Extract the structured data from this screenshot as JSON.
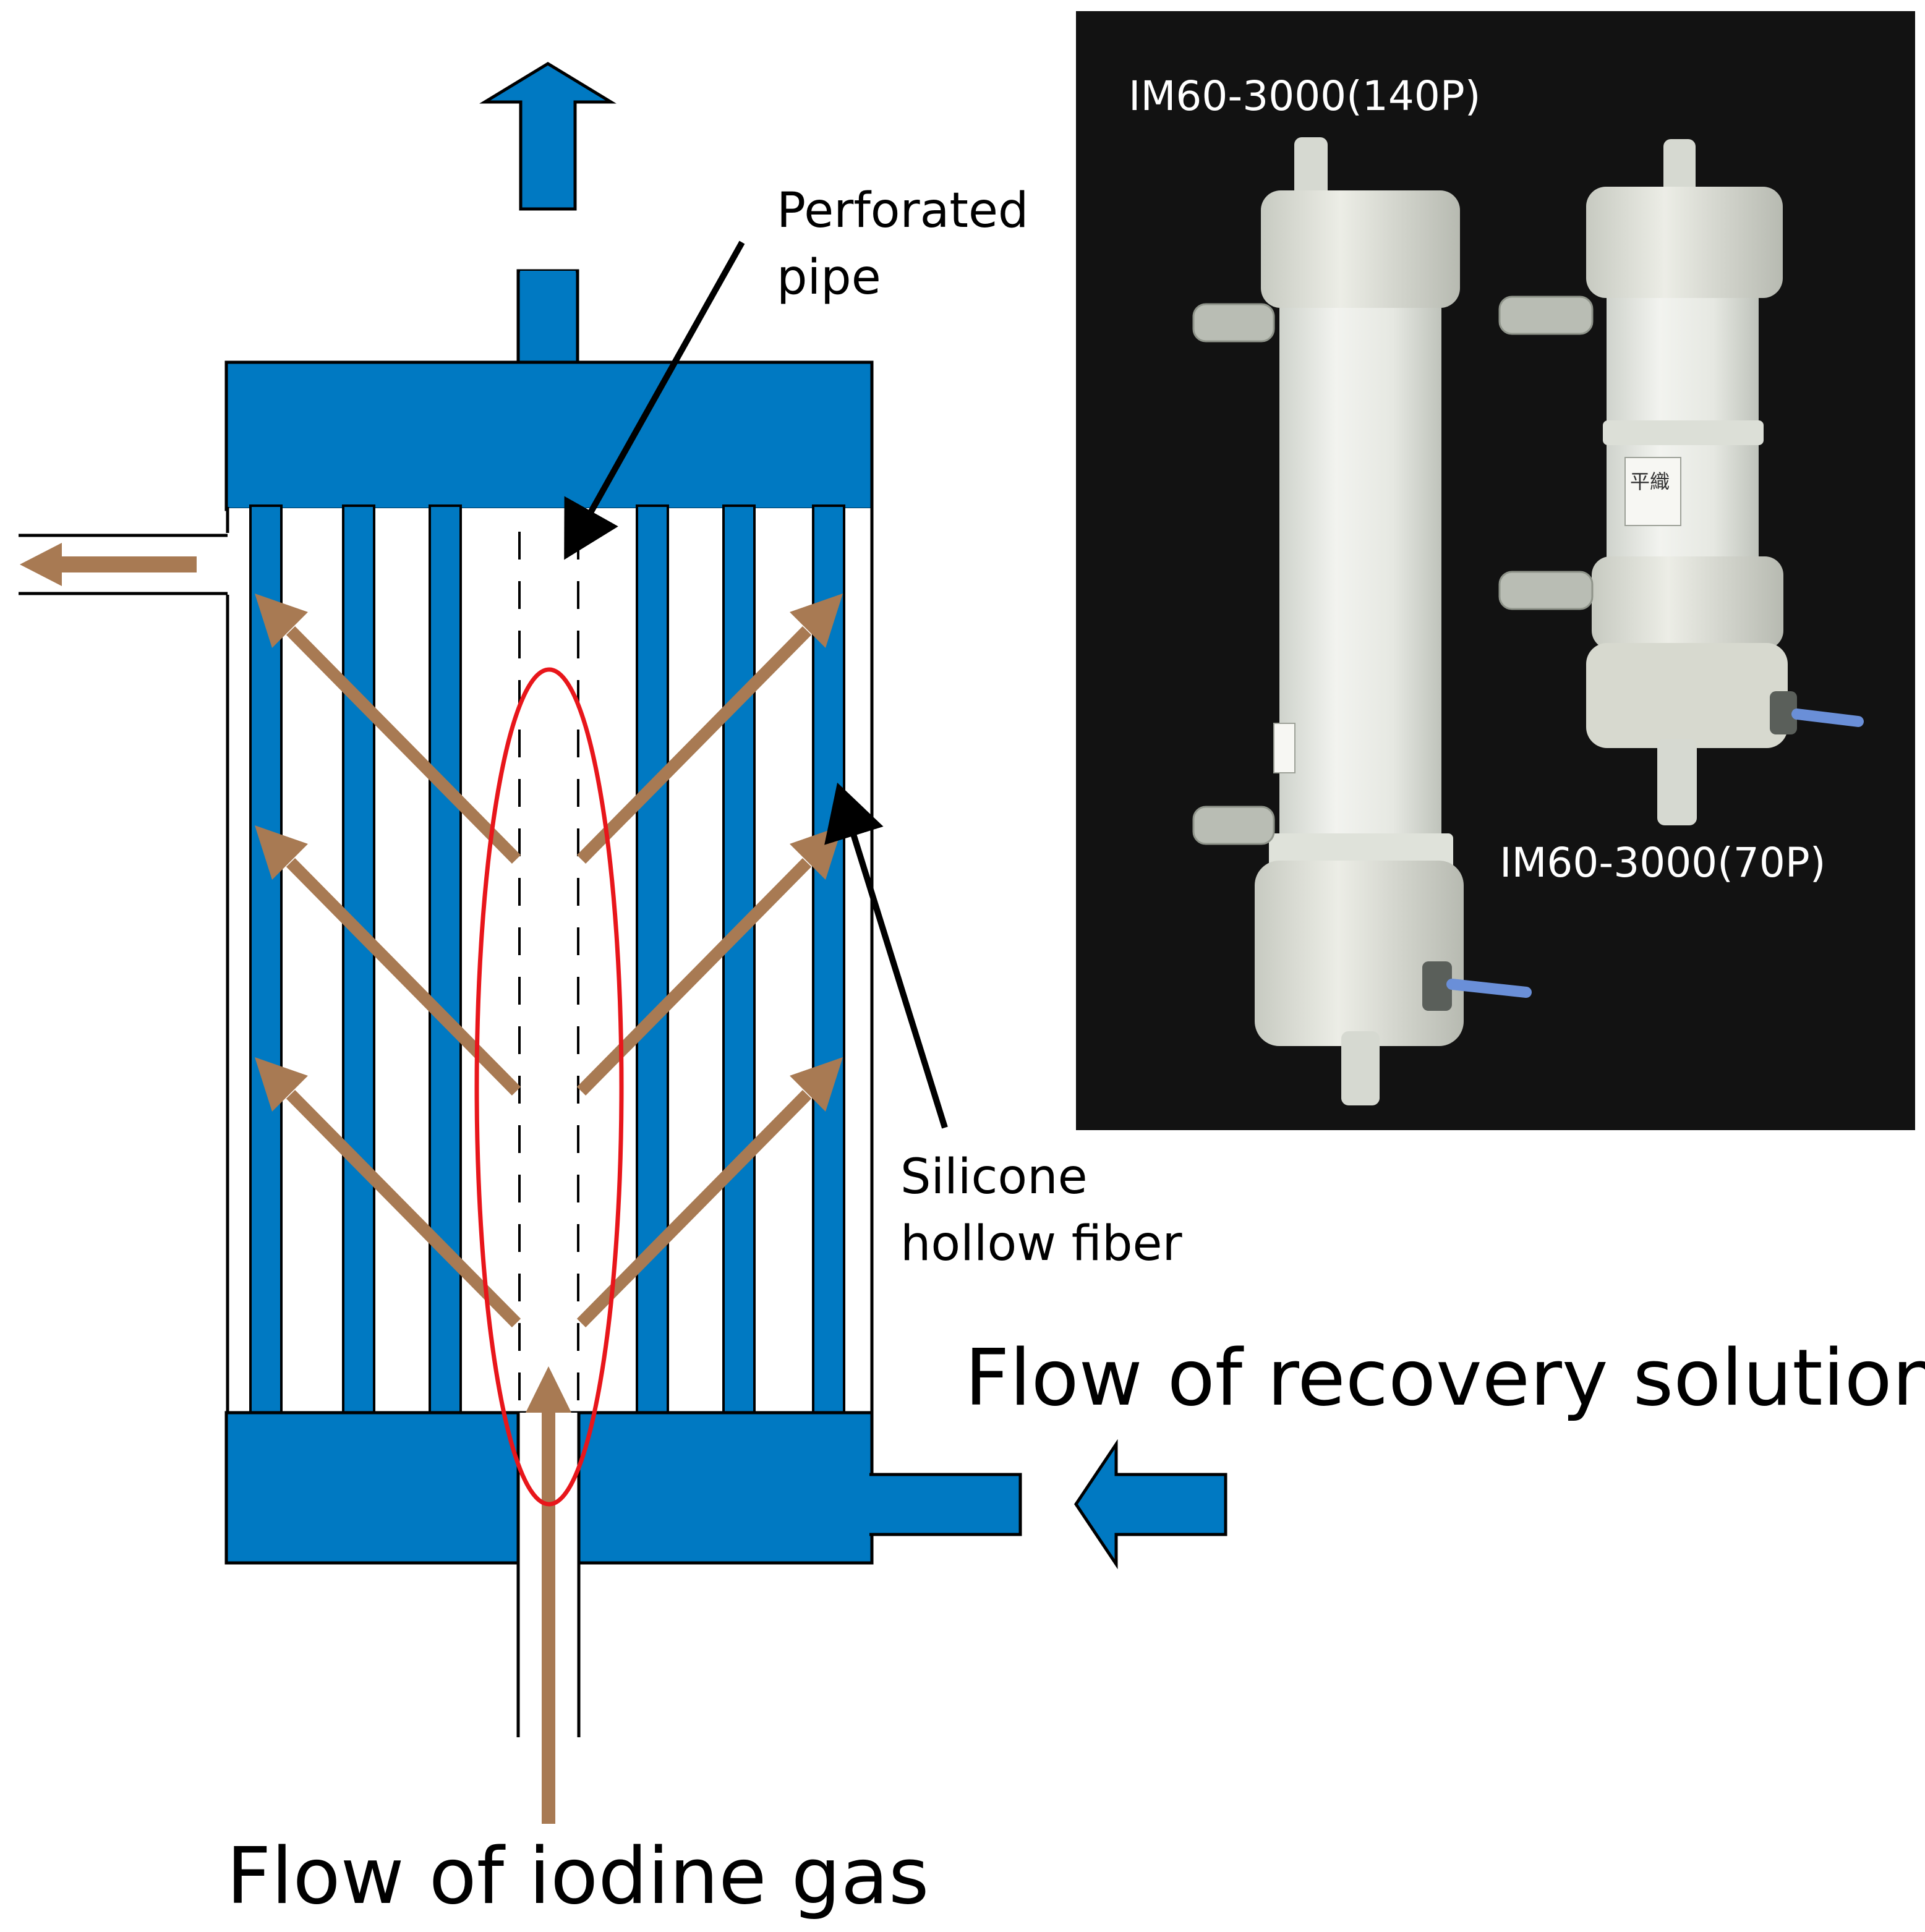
{
  "labels": {
    "perforated_pipe": [
      "Perforated",
      "pipe"
    ],
    "silicone_fiber": [
      "Silicone",
      "hollow fiber"
    ],
    "recovery_flow": "Flow of recovery solution",
    "iodine_flow": "Flow of iodine gas"
  },
  "photo": {
    "module_large": "IM60-3000(140P)",
    "module_small": "IM60-3000(70P)",
    "tag_text": "平織"
  },
  "colors": {
    "housing_blue": "#0079C2",
    "gas_arrow_brown": "#A87A53",
    "highlight_red": "#E8161B",
    "pointer_black": "#000000",
    "photo_background": "#121212",
    "module_body": "#E9EBE6"
  }
}
